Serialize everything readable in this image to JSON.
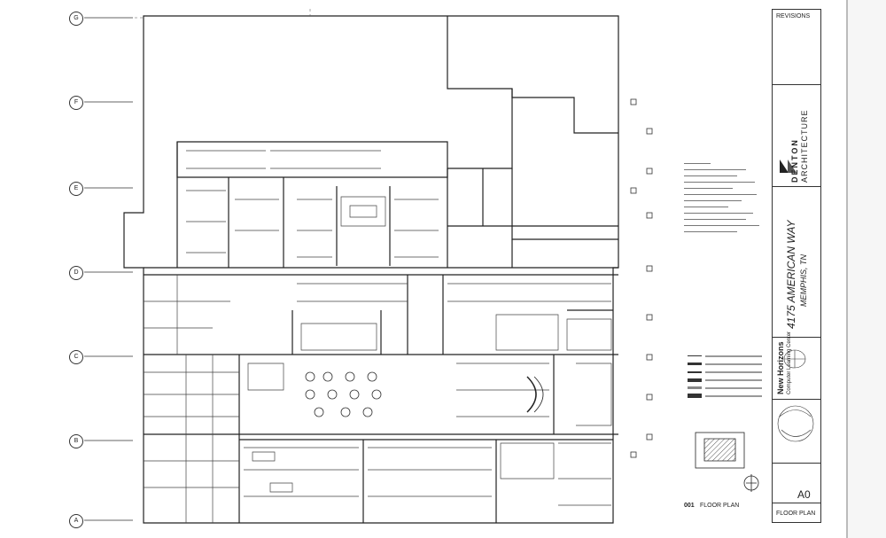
{
  "title_block": {
    "revisions_label": "REVISIONS",
    "firm_line1": "DENTON",
    "firm_line2": "ARCHITECTURE",
    "project_address": "4175 AMERICAN WAY",
    "project_city": "MEMPHIS, TN",
    "client_name": "New Horizons",
    "client_sub": "Computer Learning Center",
    "sheet_number": "A0",
    "sheet_title": "FLOOR PLAN"
  },
  "drawing": {
    "plan_number": "001",
    "plan_title": "FLOOR PLAN"
  },
  "grid_bubbles": [
    "G",
    "F",
    "E",
    "D",
    "C",
    "B",
    "A"
  ],
  "colors": {
    "line": "#222222",
    "paper": "#ffffff",
    "hatch": "#555555"
  }
}
